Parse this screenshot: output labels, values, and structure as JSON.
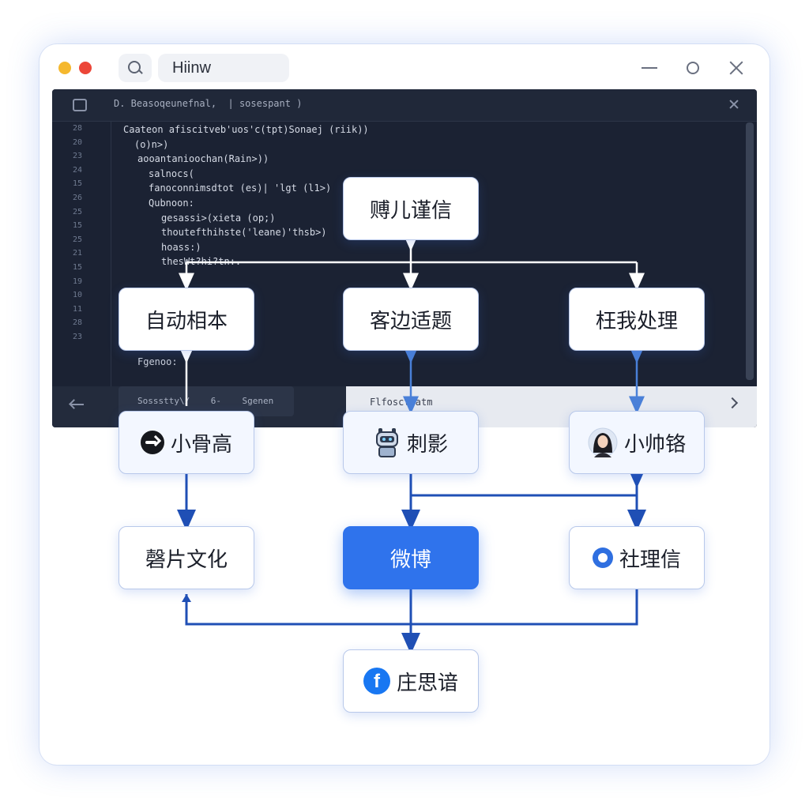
{
  "window": {
    "title": "Hiinw",
    "controls": [
      "minimize-icon",
      "maximize-icon",
      "close-icon"
    ]
  },
  "editor": {
    "tab_title": "D. Beasoqeunefnal,  | sosespant )",
    "line_numbers": [
      "28",
      "20",
      "23",
      "24",
      "15",
      "26",
      "25",
      "15",
      "25",
      "21",
      "15",
      "19",
      "10",
      "11",
      "28",
      "23"
    ],
    "code_lines": [
      "Caateon afiscitveb'uos'c(tpt)Sonaej (riik))",
      "(o)n>)",
      "aooantanioochan(Rain>))",
      "salnocs(",
      "fanoconnimsdtot (es)| 'lgt (l1>)",
      "Qubnoon:",
      "gesassi>(xieta (op;)",
      "thoutefthihste('leane)'thsb>)",
      "hoass:)",
      "thesWt?hi?tn:."
    ],
    "footer_label": "Fgenoo:",
    "status_text": "Sossstty\\/    6-    Sgenen",
    "panel_text": "Flfosctwatm"
  },
  "nodes": {
    "top": "赙儿谨信",
    "row1": [
      "自动相本",
      "客边适题",
      "枉我处理"
    ],
    "row2": [
      "小骨高",
      "刺影",
      "小帅铬"
    ],
    "row3": [
      "磬片文化",
      "微博",
      "社理信"
    ],
    "bottom": "庄思谙"
  },
  "icons": {
    "row2_left": "black-arrow-logo-icon",
    "row2_mid": "robot-icon",
    "row2_right": "woman-avatar-icon",
    "row3_right": "blue-circle-logo-icon",
    "bottom": "facebook-icon"
  },
  "colors": {
    "accent": "#2f73ec",
    "edge": "#1f4fb5",
    "editor_bg": "#1b2233"
  }
}
